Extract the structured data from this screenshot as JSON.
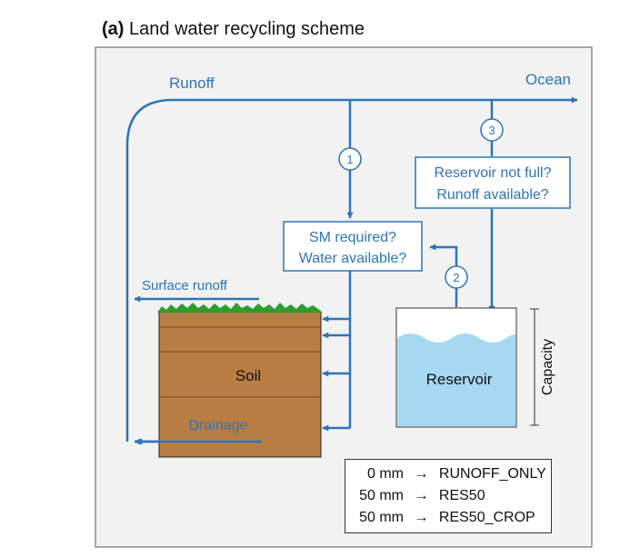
{
  "title": {
    "panel": "(a)",
    "text": "Land water recycling scheme"
  },
  "labels": {
    "runoff": "Runoff",
    "ocean": "Ocean",
    "surface_runoff": "Surface runoff",
    "soil": "Soil",
    "drainage": "Drainage",
    "reservoir": "Reservoir",
    "capacity": "Capacity"
  },
  "steps": [
    {
      "number": "1"
    },
    {
      "number": "2"
    },
    {
      "number": "3"
    }
  ],
  "decisions": {
    "soil_check": [
      "SM required?",
      "Water available?"
    ],
    "reservoir_check": [
      "Reservoir not full?",
      "Runoff available?"
    ]
  },
  "legend": [
    {
      "amount": "0 mm",
      "arrow": "→",
      "scenario": "RUNOFF_ONLY"
    },
    {
      "amount": "50 mm",
      "arrow": "→",
      "scenario": "RES50"
    },
    {
      "amount": "50 mm",
      "arrow": "→",
      "scenario": "RES50_CROP"
    }
  ],
  "colors": {
    "flow": "#2e75b6",
    "panel_background": "#f2f2f2",
    "soil": "#b87d43",
    "grass": "#2e9c2e",
    "water": "#a6d8f2"
  }
}
